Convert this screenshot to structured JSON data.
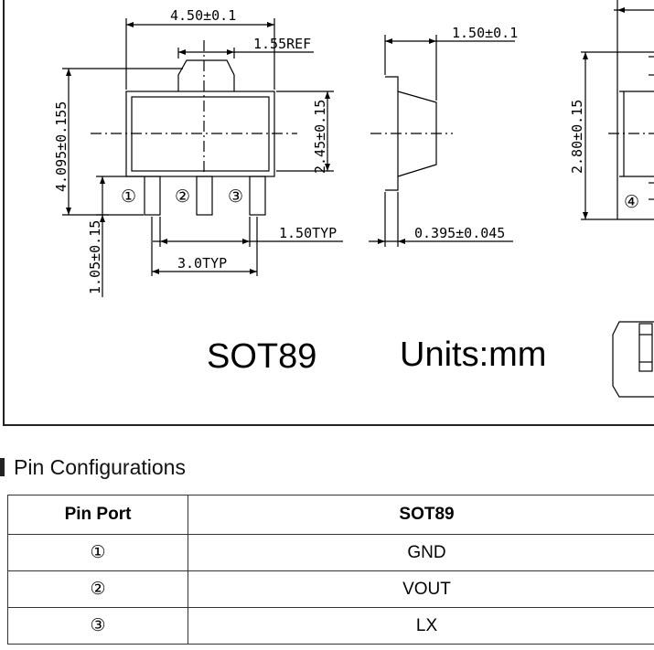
{
  "drawing": {
    "dimensions": {
      "body_width": "4.50±0.1",
      "tab_width": "1.55REF",
      "body_height": "4.095±0.155",
      "inner_height": "2.45±0.15",
      "lead_length": "1.05±0.15",
      "lead_pitch": "1.50TYP",
      "lead_span": "3.0TYP",
      "side_width": "1.50±0.1",
      "lead_thickness": "0.395±0.045",
      "right_height": "2.80±0.15"
    },
    "pin_markers": [
      "①",
      "②",
      "③",
      "④"
    ],
    "package_label": "SOT89",
    "units_label": "Units:mm"
  },
  "section": {
    "title": "Pin Configurations"
  },
  "pin_table": {
    "headers": [
      "Pin Port",
      "SOT89"
    ],
    "rows": [
      {
        "pin": "①",
        "signal": "GND"
      },
      {
        "pin": "②",
        "signal": "VOUT"
      },
      {
        "pin": "③",
        "signal": "LX"
      }
    ]
  }
}
